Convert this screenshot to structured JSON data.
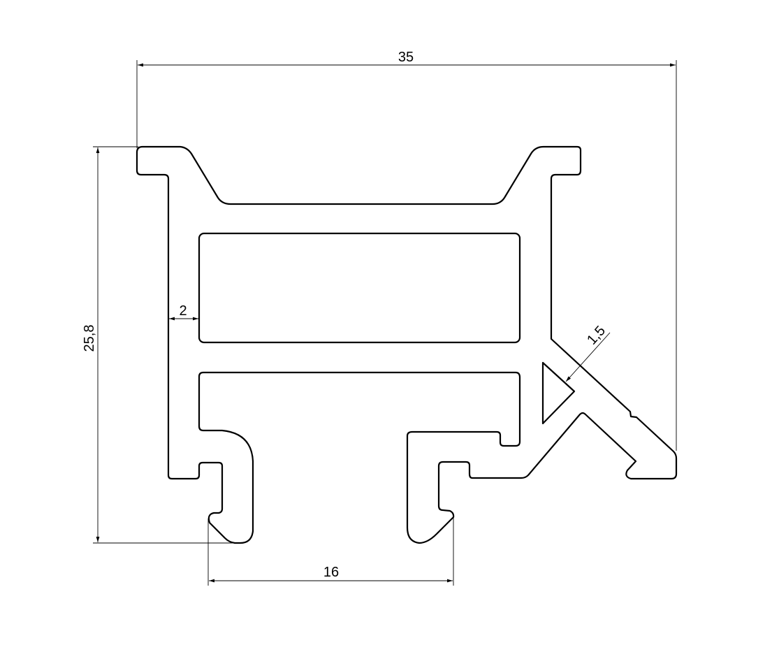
{
  "drawing": {
    "title": "Aluminium profile cross-section",
    "dimensions": {
      "overall_width": "35",
      "overall_height": "25,8",
      "wall_thickness": "2",
      "diagonal_wall_thickness": "1,5",
      "slot_spacing": "16"
    },
    "colors": {
      "line": "#000000",
      "background": "#ffffff"
    }
  }
}
